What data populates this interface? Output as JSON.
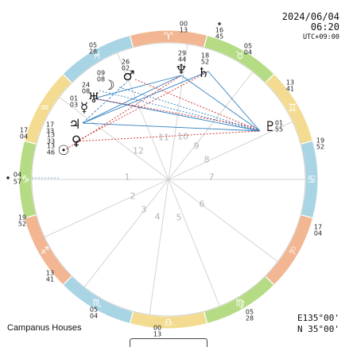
{
  "header": {
    "date": "2024/06/04",
    "time": "06:20",
    "utc_offset": "UTC+09:00"
  },
  "footer": {
    "house_system": "Campanus Houses",
    "longitude": "E135°00'",
    "latitude": "N 35°00'"
  },
  "zodiac": {
    "signs": [
      {
        "symbol": "♈",
        "color": "#f2b692"
      },
      {
        "symbol": "♉",
        "color": "#b5dc84"
      },
      {
        "symbol": "♊",
        "color": "#f3dc92"
      },
      {
        "symbol": "♋",
        "color": "#a8d4e4"
      },
      {
        "symbol": "♌",
        "color": "#f2b692"
      },
      {
        "symbol": "♍",
        "color": "#b5dc84"
      },
      {
        "symbol": "♎",
        "color": "#f3dc92"
      },
      {
        "symbol": "♏",
        "color": "#a8d4e4"
      },
      {
        "symbol": "♐",
        "color": "#f2b692"
      },
      {
        "symbol": "♑",
        "color": "#b5dc84"
      },
      {
        "symbol": "♒",
        "color": "#f3dc92"
      },
      {
        "symbol": "♓",
        "color": "#a8d4e4"
      }
    ],
    "cusp_labels": [
      {
        "deg": "00",
        "min": "13"
      },
      {
        "deg": "05",
        "min": "04"
      },
      {
        "deg": "13",
        "min": "41"
      },
      {
        "deg": "19",
        "min": "52"
      },
      {
        "deg": "17",
        "min": "04"
      },
      {
        "deg": "05",
        "min": "28"
      },
      {
        "deg": "00",
        "min": "13"
      },
      {
        "deg": "05",
        "min": "04"
      },
      {
        "deg": "13",
        "min": "41"
      },
      {
        "deg": "19",
        "min": "52"
      },
      {
        "deg": "17",
        "min": "04"
      },
      {
        "deg": "05",
        "min": "28"
      }
    ]
  },
  "ascendant": {
    "deg": "04",
    "min": "57",
    "marker": "◆"
  },
  "houses": [
    "1",
    "2",
    "3",
    "4",
    "5",
    "6",
    "7",
    "8",
    "9",
    "10",
    "11",
    "12"
  ],
  "planets": [
    {
      "name": "sun",
      "symbol": "☉",
      "deg": "13",
      "min": "46"
    },
    {
      "name": "venus",
      "symbol": "♀",
      "deg": "13",
      "min": "33"
    },
    {
      "name": "jupiter",
      "symbol": "♃",
      "deg": "17",
      "min": "33"
    },
    {
      "name": "mercury",
      "symbol": "☿",
      "deg": "01",
      "min": "03"
    },
    {
      "name": "uranus",
      "symbol": "♅",
      "deg": "24",
      "min": "08"
    },
    {
      "name": "moon",
      "symbol": "☽",
      "deg": "09",
      "min": "08"
    },
    {
      "name": "mars",
      "symbol": "♂",
      "deg": "26",
      "min": "02"
    },
    {
      "name": "neptune",
      "symbol": "♆",
      "deg": "29",
      "min": "44"
    },
    {
      "name": "saturn",
      "symbol": "♄",
      "deg": "18",
      "min": "52"
    },
    {
      "name": "pluto",
      "symbol": "♇",
      "deg": "01",
      "min": "55"
    },
    {
      "name": "north-node",
      "symbol": "☊",
      "deg": "16",
      "min": "45"
    }
  ],
  "aspect_colors": {
    "blue": "#2f7fbf",
    "red": "#cc2a2a"
  }
}
